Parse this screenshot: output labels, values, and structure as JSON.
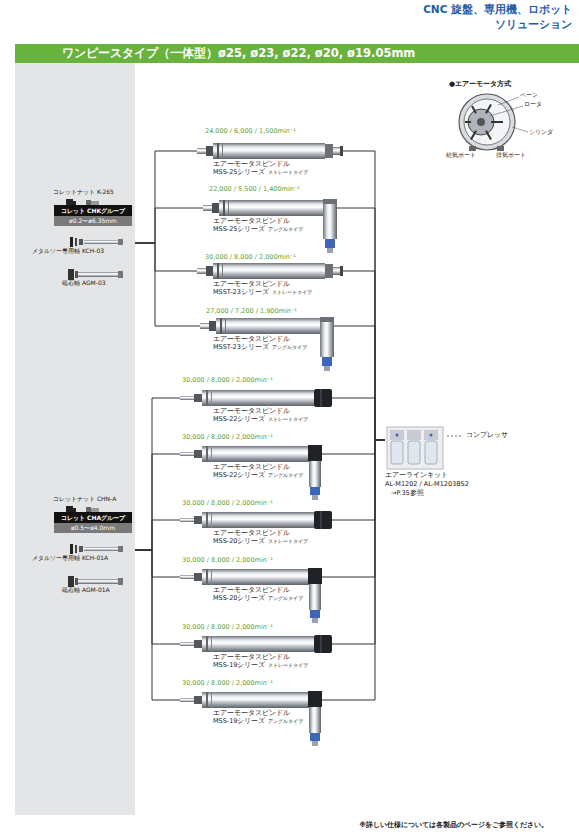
{
  "diagram": {
    "title": "ワンピースタイプ（一体型）ø25, ø23, ø22, ø20, ø19.05mm",
    "nodes": [
      {
        "text": [
          "コレットナット K-265",
          "メタルソー専用軸 KCH-03",
          "砥石軸 AGM-03"
        ]
      },
      {
        "text": [
          "コレット CHKグループ",
          "ø0.2〜ø6.35mm"
        ],
        "in": 0
      },
      {
        "text": [
          "24,000 / 6,000 / 1,500min⁻¹",
          "エアーモータスピンドル",
          "MSS-25シリーズ",
          "ストレートタイプ"
        ]
      },
      {
        "text": [
          "22,000 / 5,500 / 1,400min⁻¹",
          "エアーモータスピンドル",
          "MSS-25シリーズ",
          "アングルタイプ"
        ]
      },
      {
        "text": [
          "30,000 / 8,000 / 2,000min⁻¹",
          "エアーモータスピンドル",
          "MSST-23シリーズ",
          "ストレートタイプ"
        ]
      },
      {
        "text": [
          "27,000 / 7,200 / 1,900min⁻¹",
          "エアーモータスピンドル",
          "MSST-23シリーズ",
          "アングルタイプ"
        ]
      },
      {
        "text": [
          "コレットナット CHN-A",
          "メタルソー専用軸 KCH-01A",
          "砥石軸 AGM-01A"
        ]
      },
      {
        "text": [
          "コレット CHAグループ",
          "ø0.5〜ø4.0mm"
        ],
        "in": 6
      },
      {
        "text": [
          "30,000 / 8,000 / 2,000min⁻¹",
          "エアーモータスピンドル",
          "MSS-22シリーズ",
          "ストレートタイプ"
        ]
      },
      {
        "text": [
          "30,000 / 8,000 / 2,000min⁻¹",
          "エアーモータスピンドル",
          "MSS-22シリーズ",
          "アングルタイプ"
        ]
      },
      {
        "text": [
          "30,000 / 8,000 / 2,000min⁻¹",
          "エアーモータスピンドル",
          "MSS-20シリーズ",
          "ストレートタイプ"
        ]
      },
      {
        "text": [
          "30,000 / 8,000 / 2,000min⁻¹",
          "エアーモータスピンドル",
          "MSS-20シリーズ",
          "アングルタイプ"
        ]
      },
      {
        "text": [
          "30,000 / 8,000 / 2,000min⁻¹",
          "エアーモータスピンドル",
          "MSS-19シリーズ",
          "ストレートタイプ"
        ]
      },
      {
        "text": [
          "30,000 / 8,000 / 2,000min⁻¹",
          "エアーモータスピンドル",
          "MSS-19シリーズ",
          "アングルタイプ"
        ]
      },
      {
        "text": [
          "エアーラインキット",
          "AL-M1202 / AL-M1203BS2",
          "→P.35参照"
        ]
      }
    ],
    "edges": [
      {
        "from": 0,
        "to": 2,
        "arrow": "none"
      },
      {
        "from": 0,
        "to": 3,
        "arrow": "none"
      },
      {
        "from": 0,
        "to": 4,
        "arrow": "none"
      },
      {
        "from": 0,
        "to": 5,
        "arrow": "none"
      },
      {
        "from": 6,
        "to": 8,
        "arrow": "none"
      },
      {
        "from": 6,
        "to": 9,
        "arrow": "none"
      },
      {
        "from": 6,
        "to": 10,
        "arrow": "none"
      },
      {
        "from": 6,
        "to": 11,
        "arrow": "none"
      },
      {
        "from": 6,
        "to": 12,
        "arrow": "none"
      },
      {
        "from": 6,
        "to": 13,
        "arrow": "none"
      },
      {
        "from": 2,
        "to": 14,
        "arrow": "none"
      },
      {
        "from": 3,
        "to": 14,
        "arrow": "none"
      },
      {
        "from": 4,
        "to": 14,
        "arrow": "none"
      },
      {
        "from": 5,
        "to": 14,
        "arrow": "none"
      },
      {
        "from": 8,
        "to": 14,
        "arrow": "none"
      },
      {
        "from": 9,
        "to": 14,
        "arrow": "none"
      },
      {
        "from": 10,
        "to": 14,
        "arrow": "none"
      },
      {
        "from": 11,
        "to": 14,
        "arrow": "none"
      },
      {
        "from": 12,
        "to": 14,
        "arrow": "none"
      },
      {
        "from": 13,
        "to": 14,
        "arrow": "none"
      }
    ],
    "labels": [
      "CNC 旋盤、専用機、ロボット",
      "ソリューション",
      "●エアーモータ方式",
      "ベーン",
      "ロータ",
      "シリンダ",
      "給気ポート",
      "排気ポート",
      "コンプレッサ",
      "※詳しい仕様については各製品のページをご参照ください。"
    ]
  }
}
